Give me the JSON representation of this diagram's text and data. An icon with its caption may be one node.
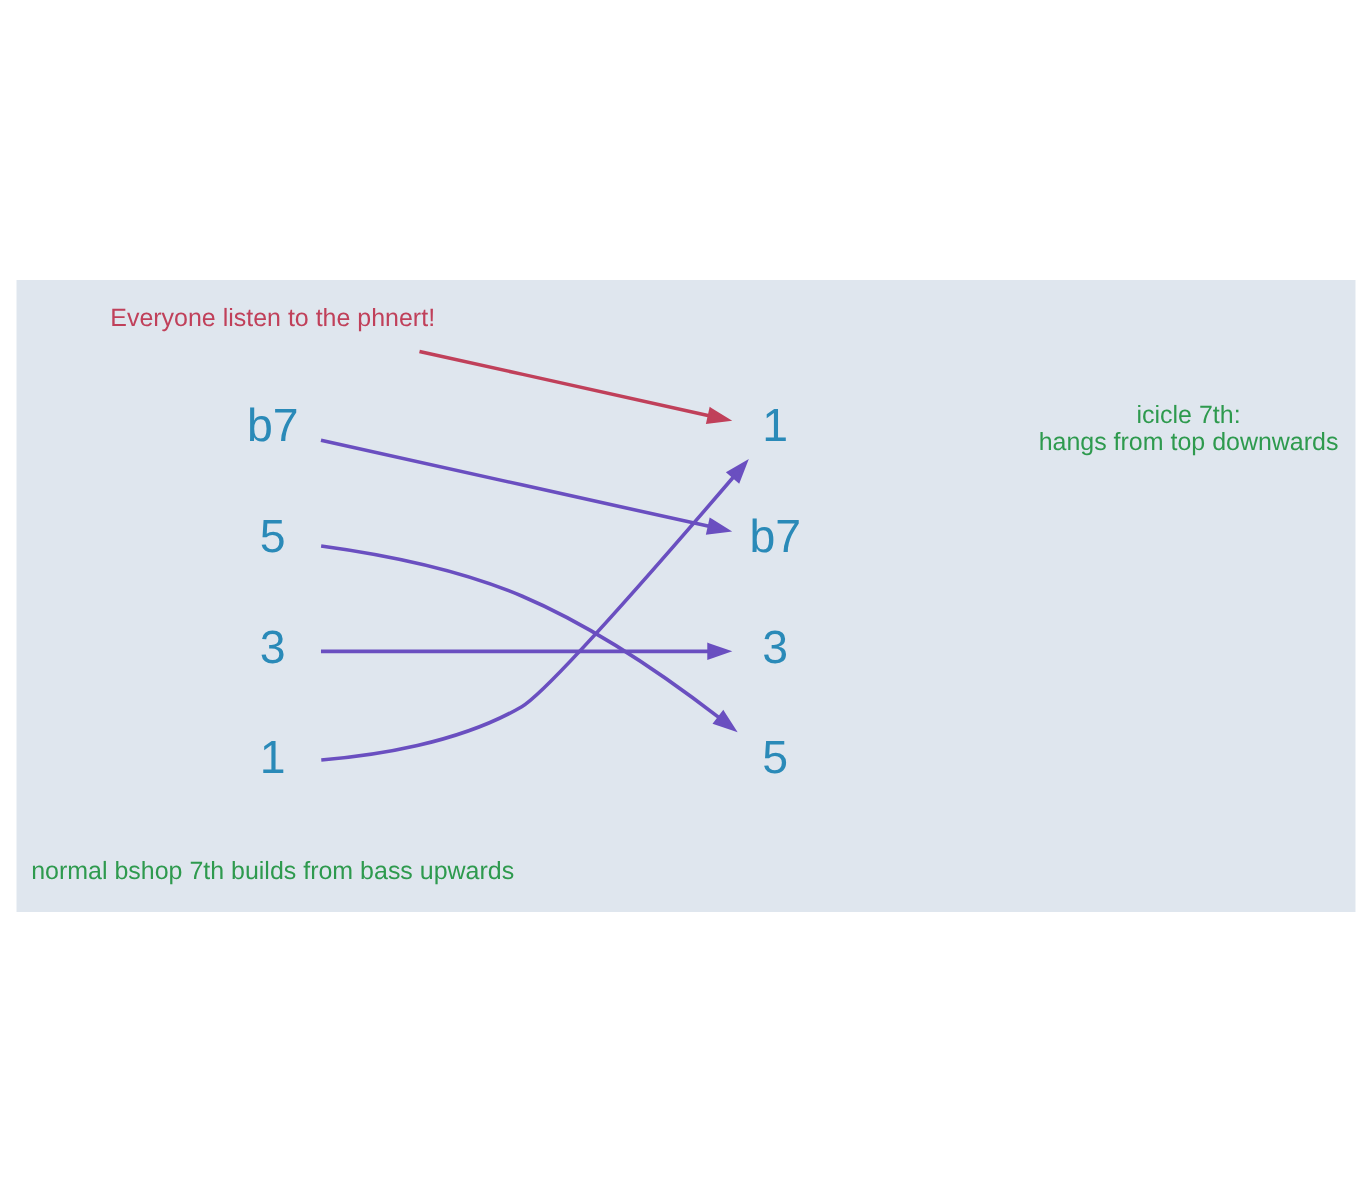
{
  "diagram": {
    "nodes": [
      {
        "text": [
          "b7"
        ]
      },
      {
        "text": [
          "5"
        ]
      },
      {
        "text": [
          "3"
        ]
      },
      {
        "text": [
          "1"
        ]
      },
      {
        "text": [
          "1"
        ]
      },
      {
        "text": [
          "b7"
        ]
      },
      {
        "text": [
          "3"
        ]
      },
      {
        "text": [
          "5"
        ]
      },
      {
        "text": [
          "Everyone listen to the phnert!"
        ]
      }
    ],
    "edges": [
      {
        "from": 0,
        "to": 5,
        "arrow": "to"
      },
      {
        "from": 1,
        "to": 7,
        "arrow": "to"
      },
      {
        "from": 2,
        "to": 6,
        "arrow": "to"
      },
      {
        "from": 3,
        "to": 4,
        "arrow": "to"
      },
      {
        "from": 8,
        "to": 4,
        "arrow": "to",
        "color": "#c0405a"
      }
    ],
    "labels": [
      "icicle 7th: hangs from top downwards",
      "normal bshop 7th builds from bass upwards"
    ]
  }
}
